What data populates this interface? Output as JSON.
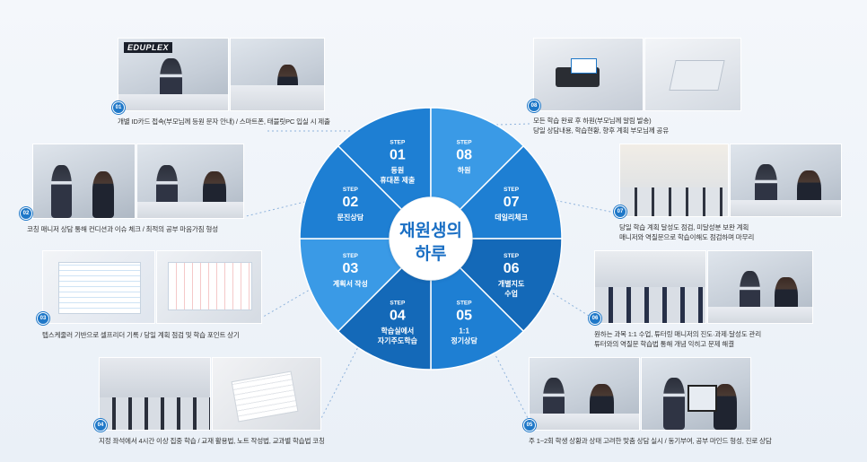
{
  "center": {
    "line1": "재원생의",
    "line2": "하루"
  },
  "colors": {
    "primary": "#1e7fd3",
    "dark": "#1469b8",
    "light": "#3a9ae6",
    "badge": "#1f78c8",
    "centerText": "#1a6fc4"
  },
  "steps": [
    {
      "step": "STEP",
      "num": "01",
      "label1": "등원",
      "label2": "휴대폰 제출"
    },
    {
      "step": "STEP",
      "num": "08",
      "label1": "하원",
      "label2": ""
    },
    {
      "step": "STEP",
      "num": "07",
      "label1": "데일리체크",
      "label2": ""
    },
    {
      "step": "STEP",
      "num": "06",
      "label1": "개별지도",
      "label2": "수업"
    },
    {
      "step": "STEP",
      "num": "05",
      "label1": "1:1",
      "label2": "정기상담"
    },
    {
      "step": "STEP",
      "num": "04",
      "label1": "학습실에서",
      "label2": "자기주도학습"
    },
    {
      "step": "STEP",
      "num": "03",
      "label1": "계획서 작성",
      "label2": ""
    },
    {
      "step": "STEP",
      "num": "02",
      "label1": "문진상담",
      "label2": ""
    }
  ],
  "cards": [
    {
      "badge": "01",
      "logo": "EDUPLEX",
      "line1": "개별 ID카드 접속(부모님께 등원 문자 안내) / 스마트폰, 태블릿PC 입실 시 제출",
      "line2": ""
    },
    {
      "badge": "02",
      "line1": "코칭 매니저 상담 통해 컨디션과 이슈 체크 / 최적의 공부 마음가짐 형성",
      "line2": ""
    },
    {
      "badge": "03",
      "line1": "텝스케줄러 기반으로 셀프리더 기록 / 당일 계획 점검 및 학습 포인트 상기",
      "line2": ""
    },
    {
      "badge": "04",
      "line1": "지정 좌석에서 4시간 이상 집중 학습 / 교재 활용법, 노트 작성법, 교과별 학습법 코칭",
      "line2": ""
    },
    {
      "badge": "08",
      "line1": "모든 학습 완료 후 하원(부모님께 알림 발송)",
      "line2": "당일 상담내용, 학습현황, 향후 계획 부모님께 공유"
    },
    {
      "badge": "07",
      "line1": "당일 학습 계획 달성도 점검, 미달성분 보완 계획",
      "line2": "매니저와 역질문으로 학습이해도 점검하며 마무리"
    },
    {
      "badge": "06",
      "line1": "원하는 과목 1:1 수업, 튜터링 매니저의 진도·과제·달성도 관리",
      "line2": "튜터와의 역질문 학습법 통해 개념 익히고 문제 해결"
    },
    {
      "badge": "05",
      "line1": "주 1~2회 학생 상황과 상태 고려한 맞춤 상담 실시 / 동기부여, 공부 마인드 형성, 진로 상담",
      "line2": ""
    }
  ]
}
